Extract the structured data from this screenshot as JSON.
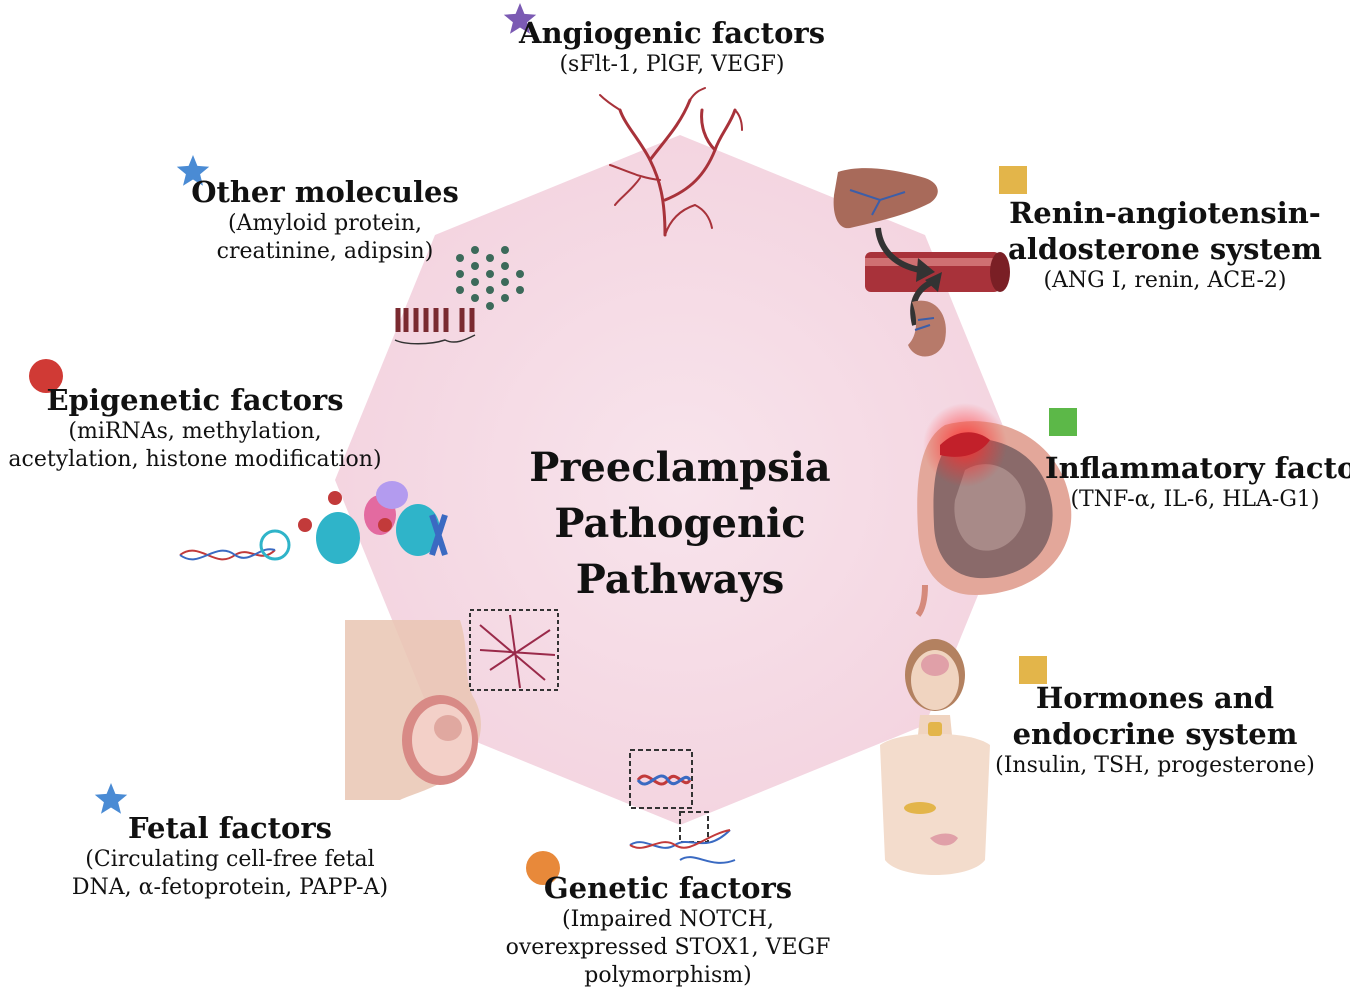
{
  "center": {
    "lines": [
      "Preeclampsia",
      "Pathogenic",
      "Pathways"
    ]
  },
  "factors": [
    {
      "key": "angiogenic",
      "title": [
        "Angiogenic factors"
      ],
      "detail": [
        "(sFlt-1, PlGF, VEGF)"
      ],
      "marker": {
        "shape": "star",
        "color": "#7b5ab3"
      },
      "icon": "blood-vessel-tree-icon"
    },
    {
      "key": "raas",
      "title": [
        "Renin-angiotensin-",
        "aldosterone system"
      ],
      "detail": [
        "(ANG I, renin, ACE-2)"
      ],
      "marker": {
        "shape": "square",
        "color": "#e3b54a"
      },
      "icon": "liver-vessel-kidney-icon"
    },
    {
      "key": "inflammatory",
      "title": [
        "Inflammatory factors"
      ],
      "detail": [
        "(TNF-α, IL-6, HLA-G1)"
      ],
      "marker": {
        "shape": "square",
        "color": "#5cb848"
      },
      "icon": "inflamed-uterus-icon"
    },
    {
      "key": "hormones",
      "title": [
        "Hormones and",
        "endocrine system"
      ],
      "detail": [
        "(Insulin, TSH, progesterone)"
      ],
      "marker": {
        "shape": "square",
        "color": "#e3b54a"
      },
      "icon": "endocrine-body-icon"
    },
    {
      "key": "genetic",
      "title": [
        "Genetic factors"
      ],
      "detail": [
        "(Impaired NOTCH,",
        "overexpressed STOX1, VEGF",
        "polymorphism)"
      ],
      "marker": {
        "shape": "circle",
        "color": "#e8893a"
      },
      "icon": "dna-strands-icon"
    },
    {
      "key": "fetal",
      "title": [
        "Fetal factors"
      ],
      "detail": [
        "(Circulating cell-free fetal",
        "DNA, α-fetoprotein, PAPP-A)"
      ],
      "marker": {
        "shape": "star",
        "color": "#4a8bd4"
      },
      "icon": "pregnant-fetus-icon"
    },
    {
      "key": "epigenetic",
      "title": [
        "Epigenetic factors"
      ],
      "detail": [
        "(miRNAs, methylation,",
        "acetylation, histone modification)"
      ],
      "marker": {
        "shape": "circle",
        "color": "#d03a35"
      },
      "icon": "chromatin-histone-icon"
    },
    {
      "key": "other",
      "title": [
        "Other molecules"
      ],
      "detail": [
        "(Amyloid protein,",
        "creatinine, adipsin)"
      ],
      "marker": {
        "shape": "star",
        "color": "#4a8bd4"
      },
      "icon": "protein-lattice-icon"
    }
  ],
  "colors": {
    "octagon_fill": "#f6dde6",
    "vessel_red": "#a8323a",
    "organ_brown": "#a86a5a",
    "skin": "#e9c6b3"
  }
}
